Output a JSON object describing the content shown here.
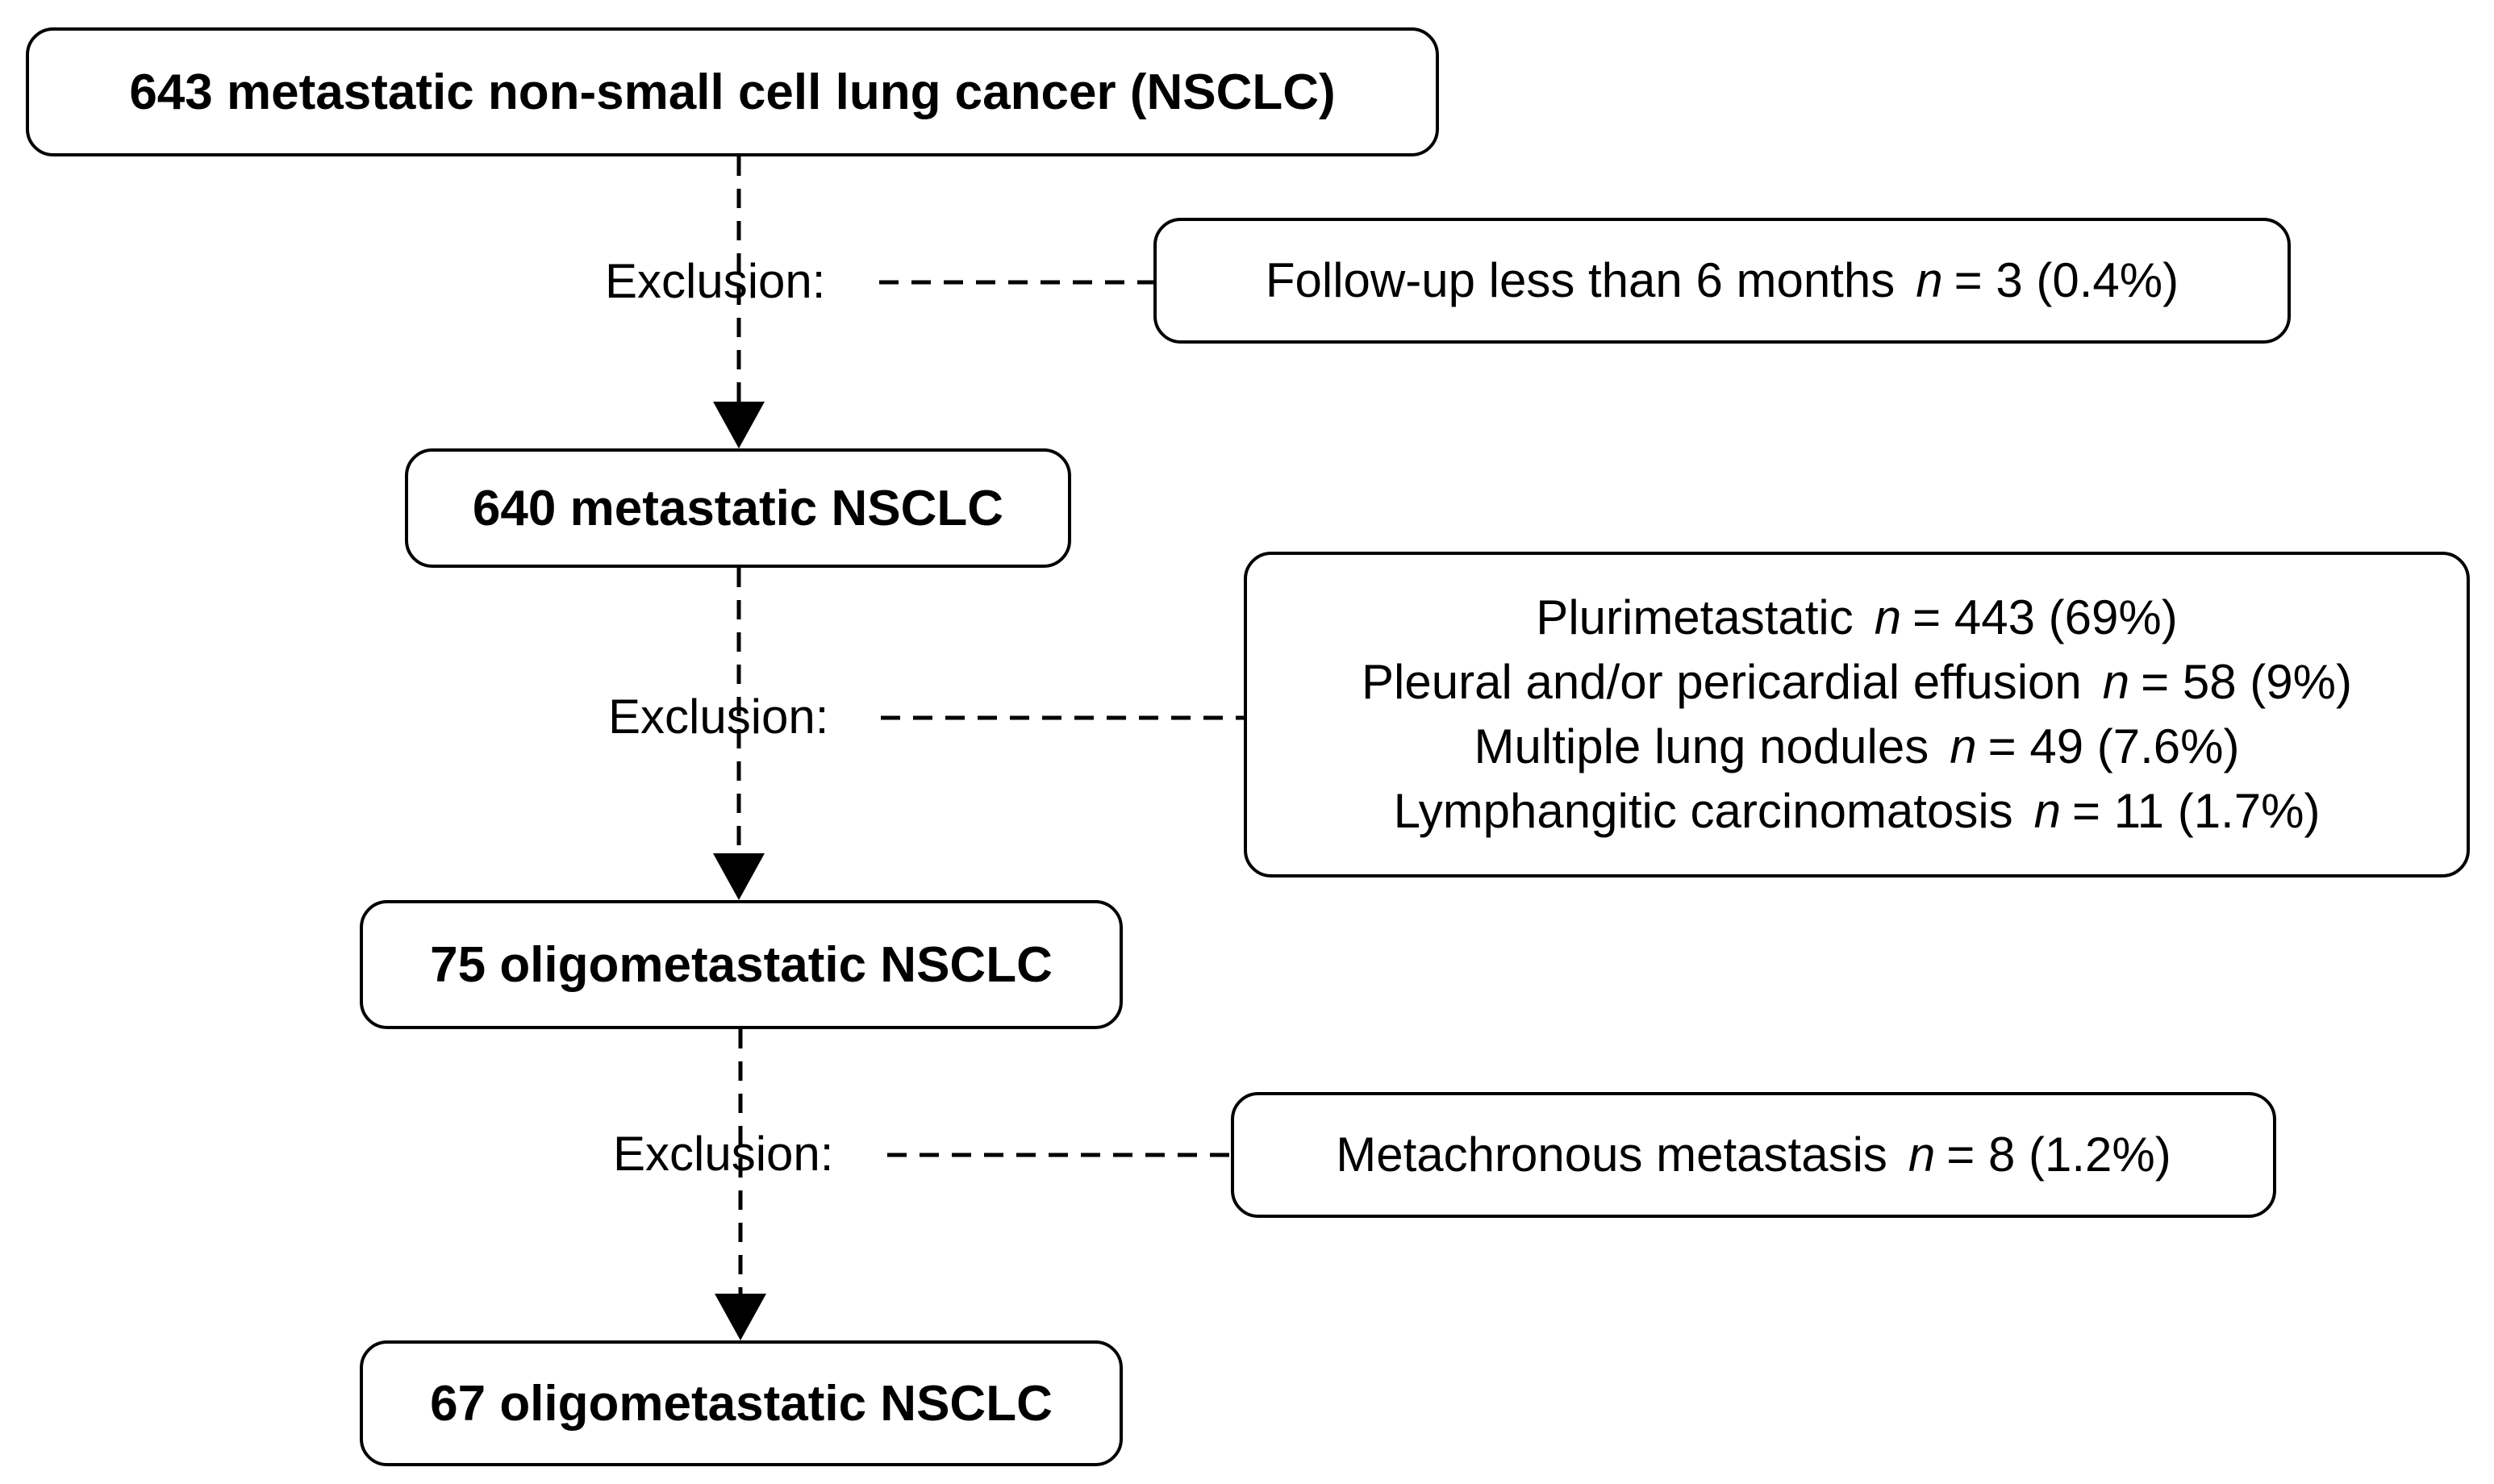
{
  "stages": [
    {
      "label": "643 metastatic non-small cell lung cancer (NSCLC)"
    },
    {
      "label": "640 metastatic NSCLC"
    },
    {
      "label": "75 oligometastatic NSCLC"
    },
    {
      "label": "67 oligometastatic NSCLC"
    }
  ],
  "exclusions": [
    {
      "label": "Exclusion:",
      "items": [
        {
          "text": "Follow-up less than 6 months",
          "n_symbol": "n",
          "value": "= 3 (0.4%)"
        }
      ]
    },
    {
      "label": "Exclusion:",
      "items": [
        {
          "text": "Plurimetastatic",
          "n_symbol": "n",
          "value": "= 443 (69%)"
        },
        {
          "text": "Pleural and/or pericardial effusion",
          "n_symbol": "n",
          "value": "= 58 (9%)"
        },
        {
          "text": "Multiple lung nodules",
          "n_symbol": "n",
          "value": "= 49 (7.6%)"
        },
        {
          "text": "Lymphangitic carcinomatosis",
          "n_symbol": "n",
          "value": "= 11 (1.7%)"
        }
      ]
    },
    {
      "label": "Exclusion:",
      "items": [
        {
          "text": "Metachronous metastasis",
          "n_symbol": "n",
          "value": "= 8 (1.2%)"
        }
      ]
    }
  ]
}
